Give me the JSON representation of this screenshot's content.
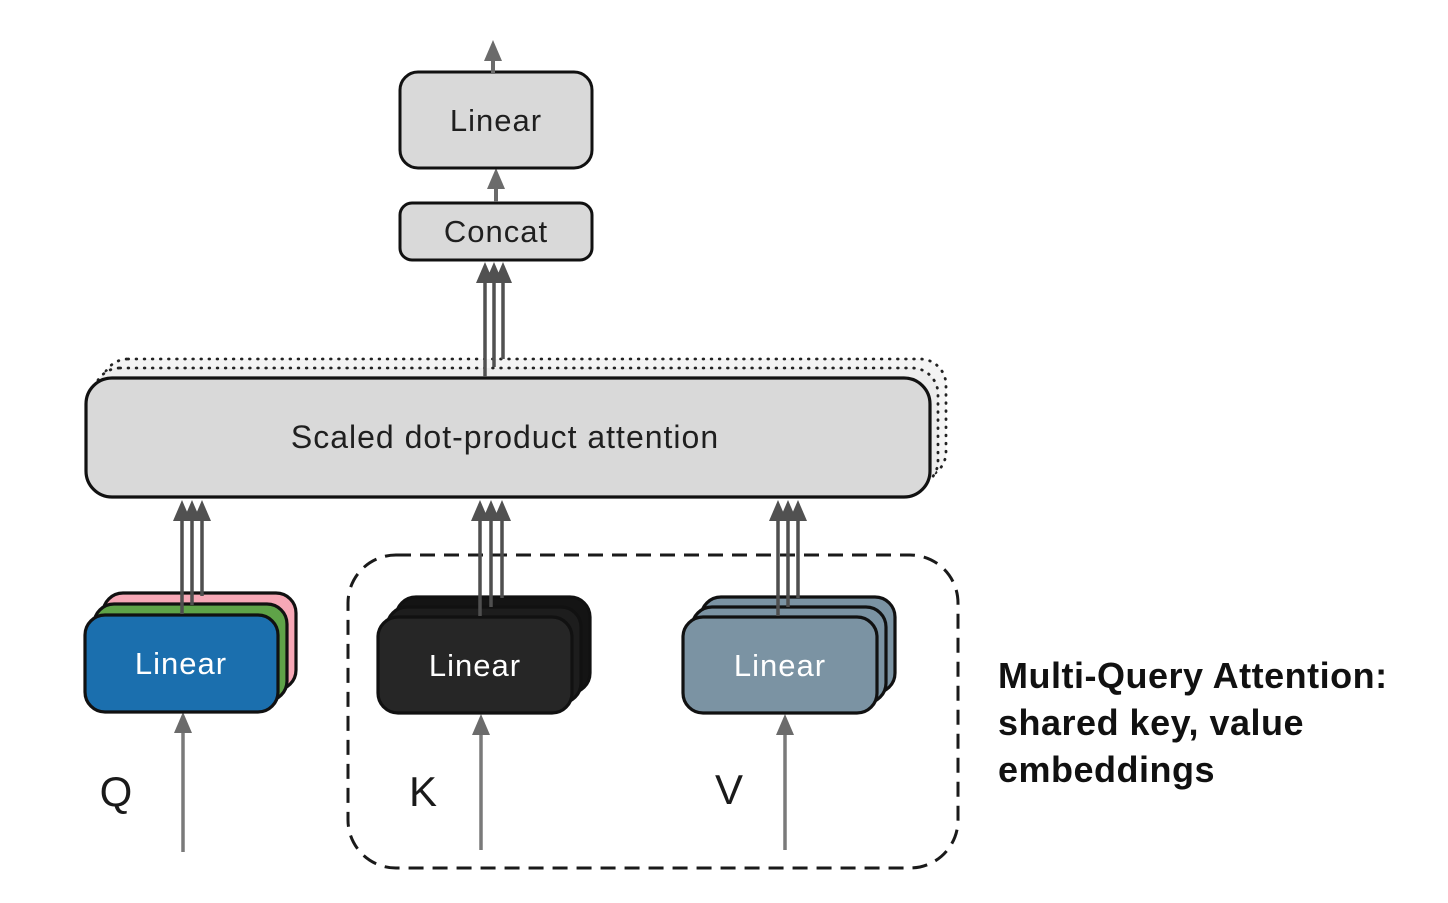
{
  "note": {
    "lines": [
      "Multi-Query Attention:",
      "shared key, value",
      "embeddings"
    ]
  },
  "boxes": {
    "output_linear": "Linear",
    "concat": "Concat",
    "attention": "Scaled dot-product attention",
    "q_linear": "Linear",
    "k_linear": "Linear",
    "v_linear": "Linear"
  },
  "inputs": {
    "q": "Q",
    "k": "K",
    "v": "V"
  },
  "colors": {
    "box_fill": "#d9d9d9",
    "ghost_fill_near": "#ececec",
    "ghost_fill_far": "#f4f4f4",
    "box_stroke": "#111111",
    "q_front": "#1b6fae",
    "q_mid": "#5fa348",
    "q_back": "#f7a8b6",
    "k_front": "#262626",
    "k_mid": "#1d1d1d",
    "k_back": "#141414",
    "v_front": "#7b93a3",
    "v_mid": "#7b93a3",
    "v_back": "#7b93a3",
    "arrow_gray": "#6b6b6b",
    "arrow_dark": "#515151",
    "label_dark": "#1f1f1f",
    "label_light": "#ffffff",
    "note_color": "#111111"
  }
}
